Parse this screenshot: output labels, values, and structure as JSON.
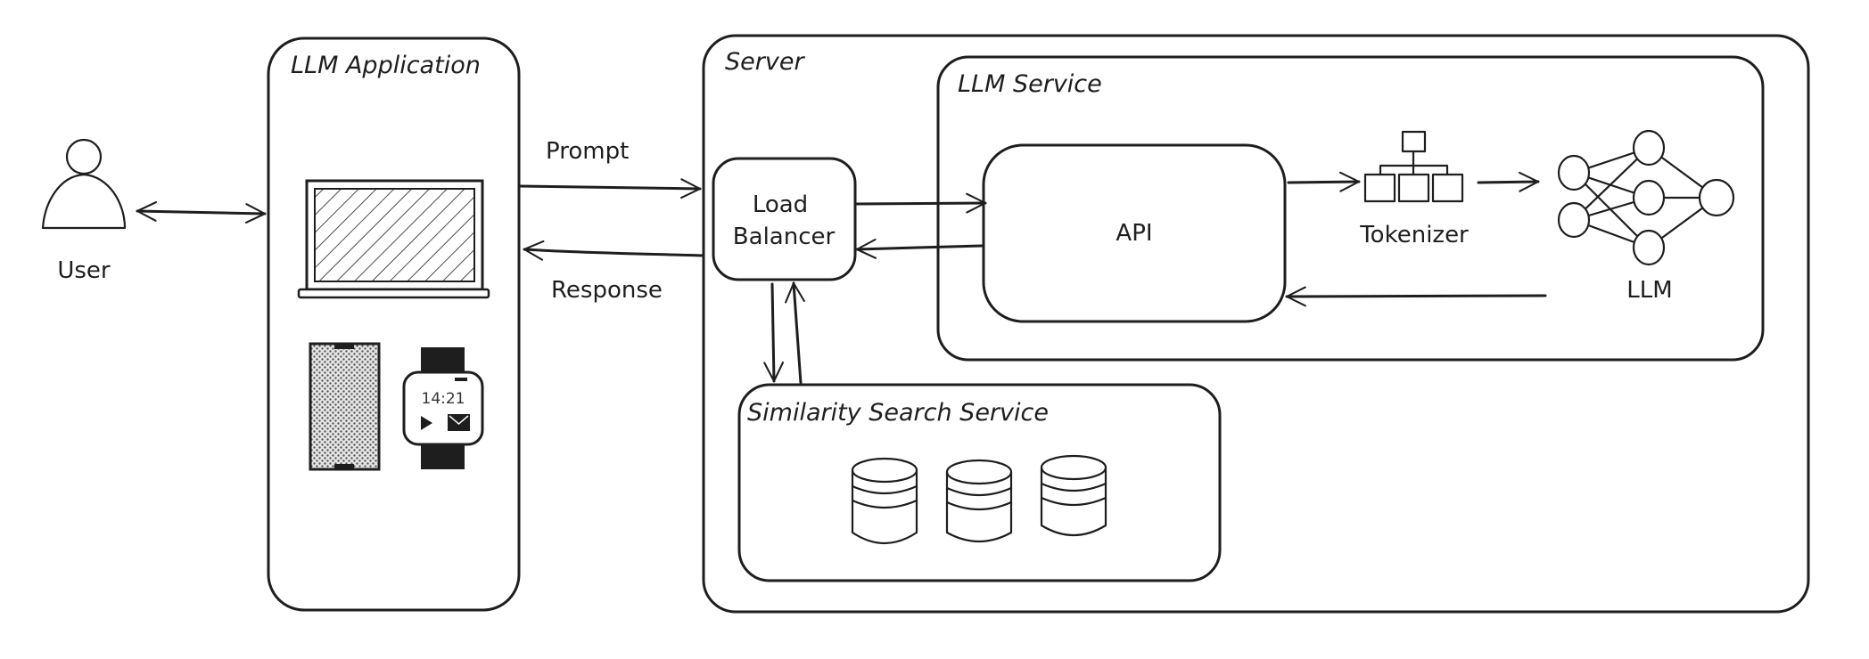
{
  "user": {
    "label": "User"
  },
  "app": {
    "title": "LLM Application",
    "watch_time": "14:21"
  },
  "edges": {
    "prompt": "Prompt",
    "response": "Response"
  },
  "server": {
    "title": "Server",
    "load_balancer": {
      "line1": "Load",
      "line2": "Balancer"
    },
    "llm_service": {
      "title": "LLM Service",
      "api": "API",
      "tokenizer": "Tokenizer",
      "llm": "LLM"
    },
    "similarity": {
      "title": "Similarity Search Service"
    }
  }
}
